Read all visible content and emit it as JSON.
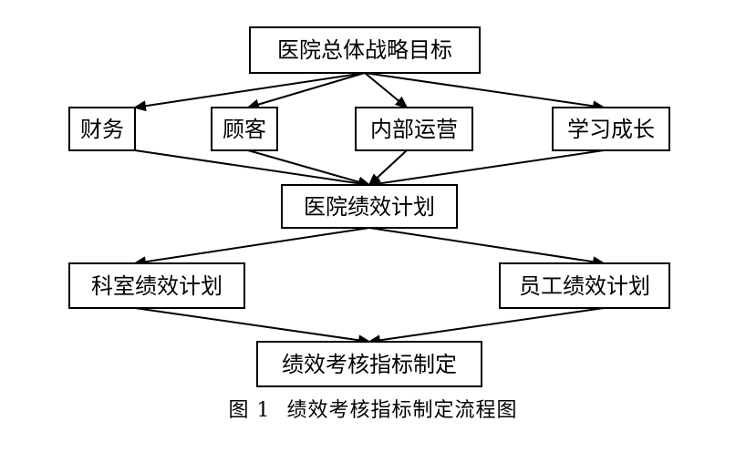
{
  "nodes": {
    "strategy": "医院总体战略目标",
    "finance": "财务",
    "customer": "顾客",
    "internal": "内部运营",
    "learning": "学习成长",
    "hospital_plan": "医院绩效计划",
    "dept_plan": "科室绩效计划",
    "staff_plan": "员工绩效计划",
    "kpi": "绩效考核指标制定"
  },
  "caption": {
    "number": "图 1",
    "text": "绩效考核指标制定流程图"
  }
}
